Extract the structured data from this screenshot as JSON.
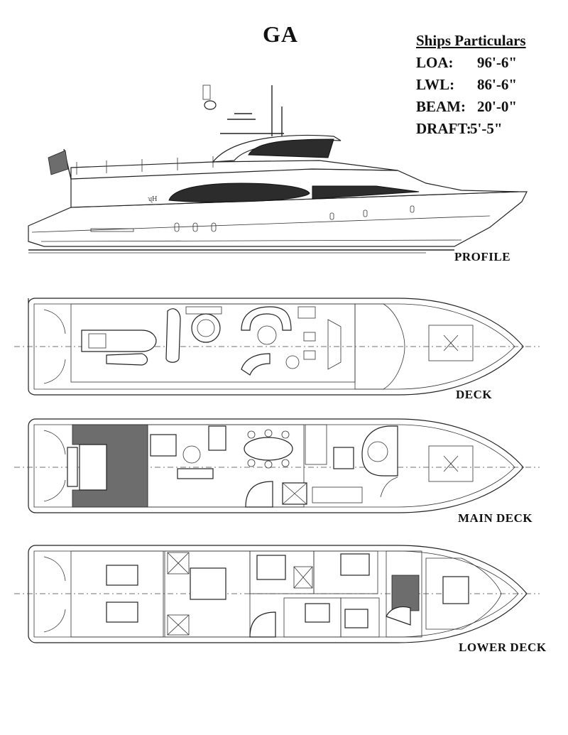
{
  "title": "GA",
  "particulars": {
    "heading": "Ships Particulars",
    "rows": [
      {
        "label": "LOA:",
        "value": "96'-6\""
      },
      {
        "label": "LWL:",
        "value": "86'-6\""
      },
      {
        "label": "BEAM:",
        "value": "20'-0\""
      },
      {
        "label": "DRAFT:",
        "value": "5'-5\""
      }
    ]
  },
  "views": {
    "profile": "PROFILE",
    "deck": "DECK",
    "main_deck": "MAIN DECK",
    "lower_deck": "LOWER DECK"
  }
}
